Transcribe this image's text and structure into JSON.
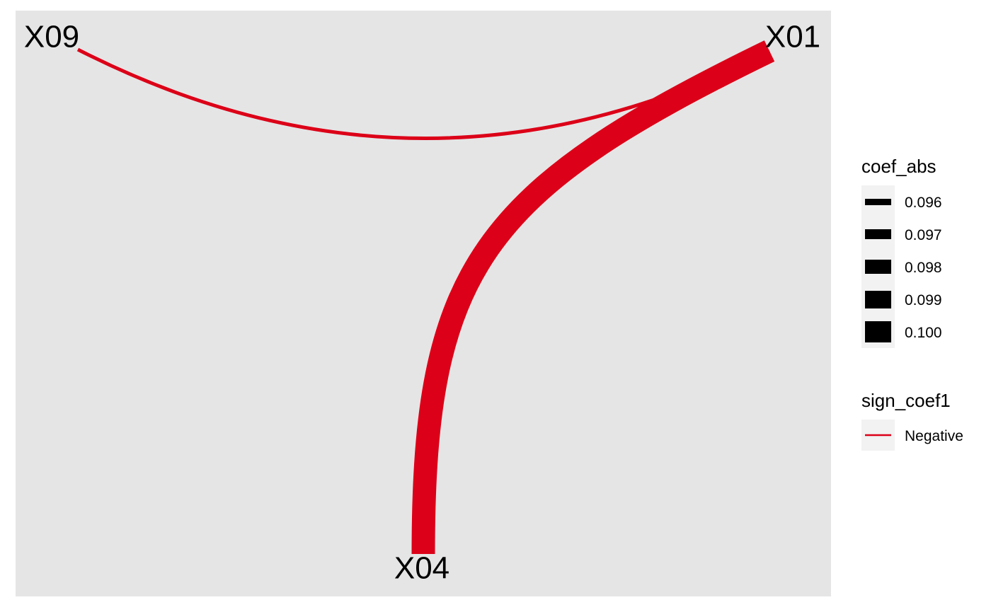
{
  "diagram": {
    "nodes": [
      {
        "id": "X01",
        "label": "X01"
      },
      {
        "id": "X04",
        "label": "X04"
      },
      {
        "id": "X09",
        "label": "X09"
      }
    ],
    "edges": [
      {
        "from": "X01",
        "to": "X09",
        "coef_abs": 0.096,
        "sign_coef1": "Negative"
      },
      {
        "from": "X01",
        "to": "X04",
        "coef_abs": 0.1,
        "sign_coef1": "Negative"
      }
    ],
    "edge_color": "#DC0018",
    "panel_background": "#E5E5E5"
  },
  "legend": {
    "width_title": "coef_abs",
    "width_entries": [
      "0.096",
      "0.097",
      "0.098",
      "0.099",
      "0.100"
    ],
    "color_title": "sign_coef1",
    "color_entries": [
      {
        "label": "Negative",
        "color": "#DC0018"
      }
    ],
    "key_background": "#F2F2F2",
    "key_fill": "#000000"
  }
}
